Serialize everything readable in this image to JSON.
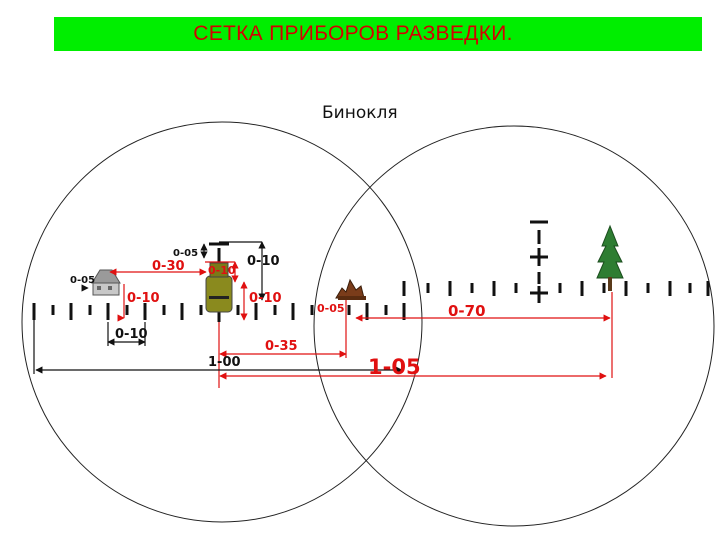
{
  "header": {
    "title": "СЕТКА ПРИБОРОВ РАЗВЕДКИ.",
    "subtitle": "Бинокля"
  },
  "colors": {
    "banner": "#00ee00",
    "title_text": "#d40000",
    "annotation_red": "#e01010",
    "annotation_black": "#111111",
    "tank_body": "#8a8a1e",
    "tree": "#2e7d32"
  },
  "labels": {
    "house_small": "0-05",
    "house_tag": "0-10",
    "distance_house_tank": "0-30",
    "tank_top_small": "0-05",
    "tank_width": "0-10",
    "tank_height_red": "0-10",
    "tank_height_red_small": "0-10",
    "tank_right": "0-10",
    "below_house": "0-10",
    "tank_to_bush": "0-35",
    "bush_small": "0-05",
    "bush_to_tree": "0-70",
    "long_black": "1-00",
    "long_red": "1-05"
  },
  "icons": {
    "house": "house-icon",
    "tank": "tank-icon",
    "bush": "bush-icon",
    "tree": "tree-icon"
  }
}
